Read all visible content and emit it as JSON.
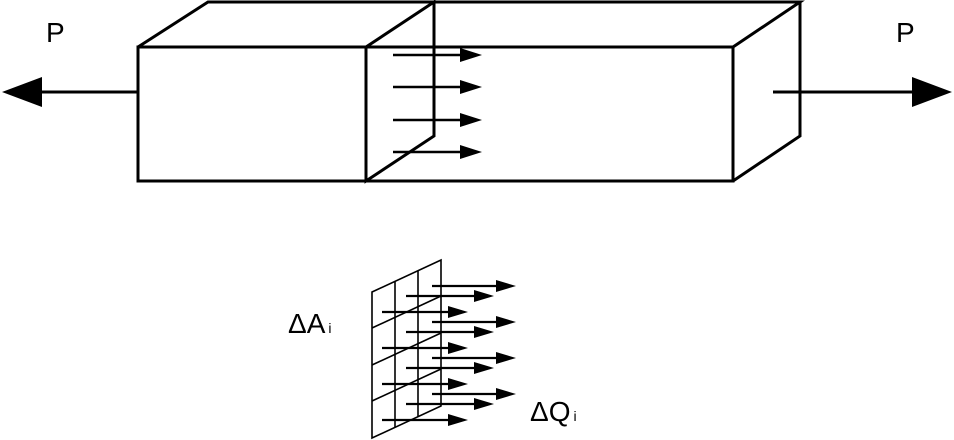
{
  "labels": {
    "force_left": "P",
    "force_right": "P",
    "area_element": "ΔA",
    "area_element_sub": "i",
    "force_element": "ΔQ",
    "force_element_sub": "i"
  },
  "colors": {
    "stroke": "#000000",
    "background": "#ffffff"
  }
}
